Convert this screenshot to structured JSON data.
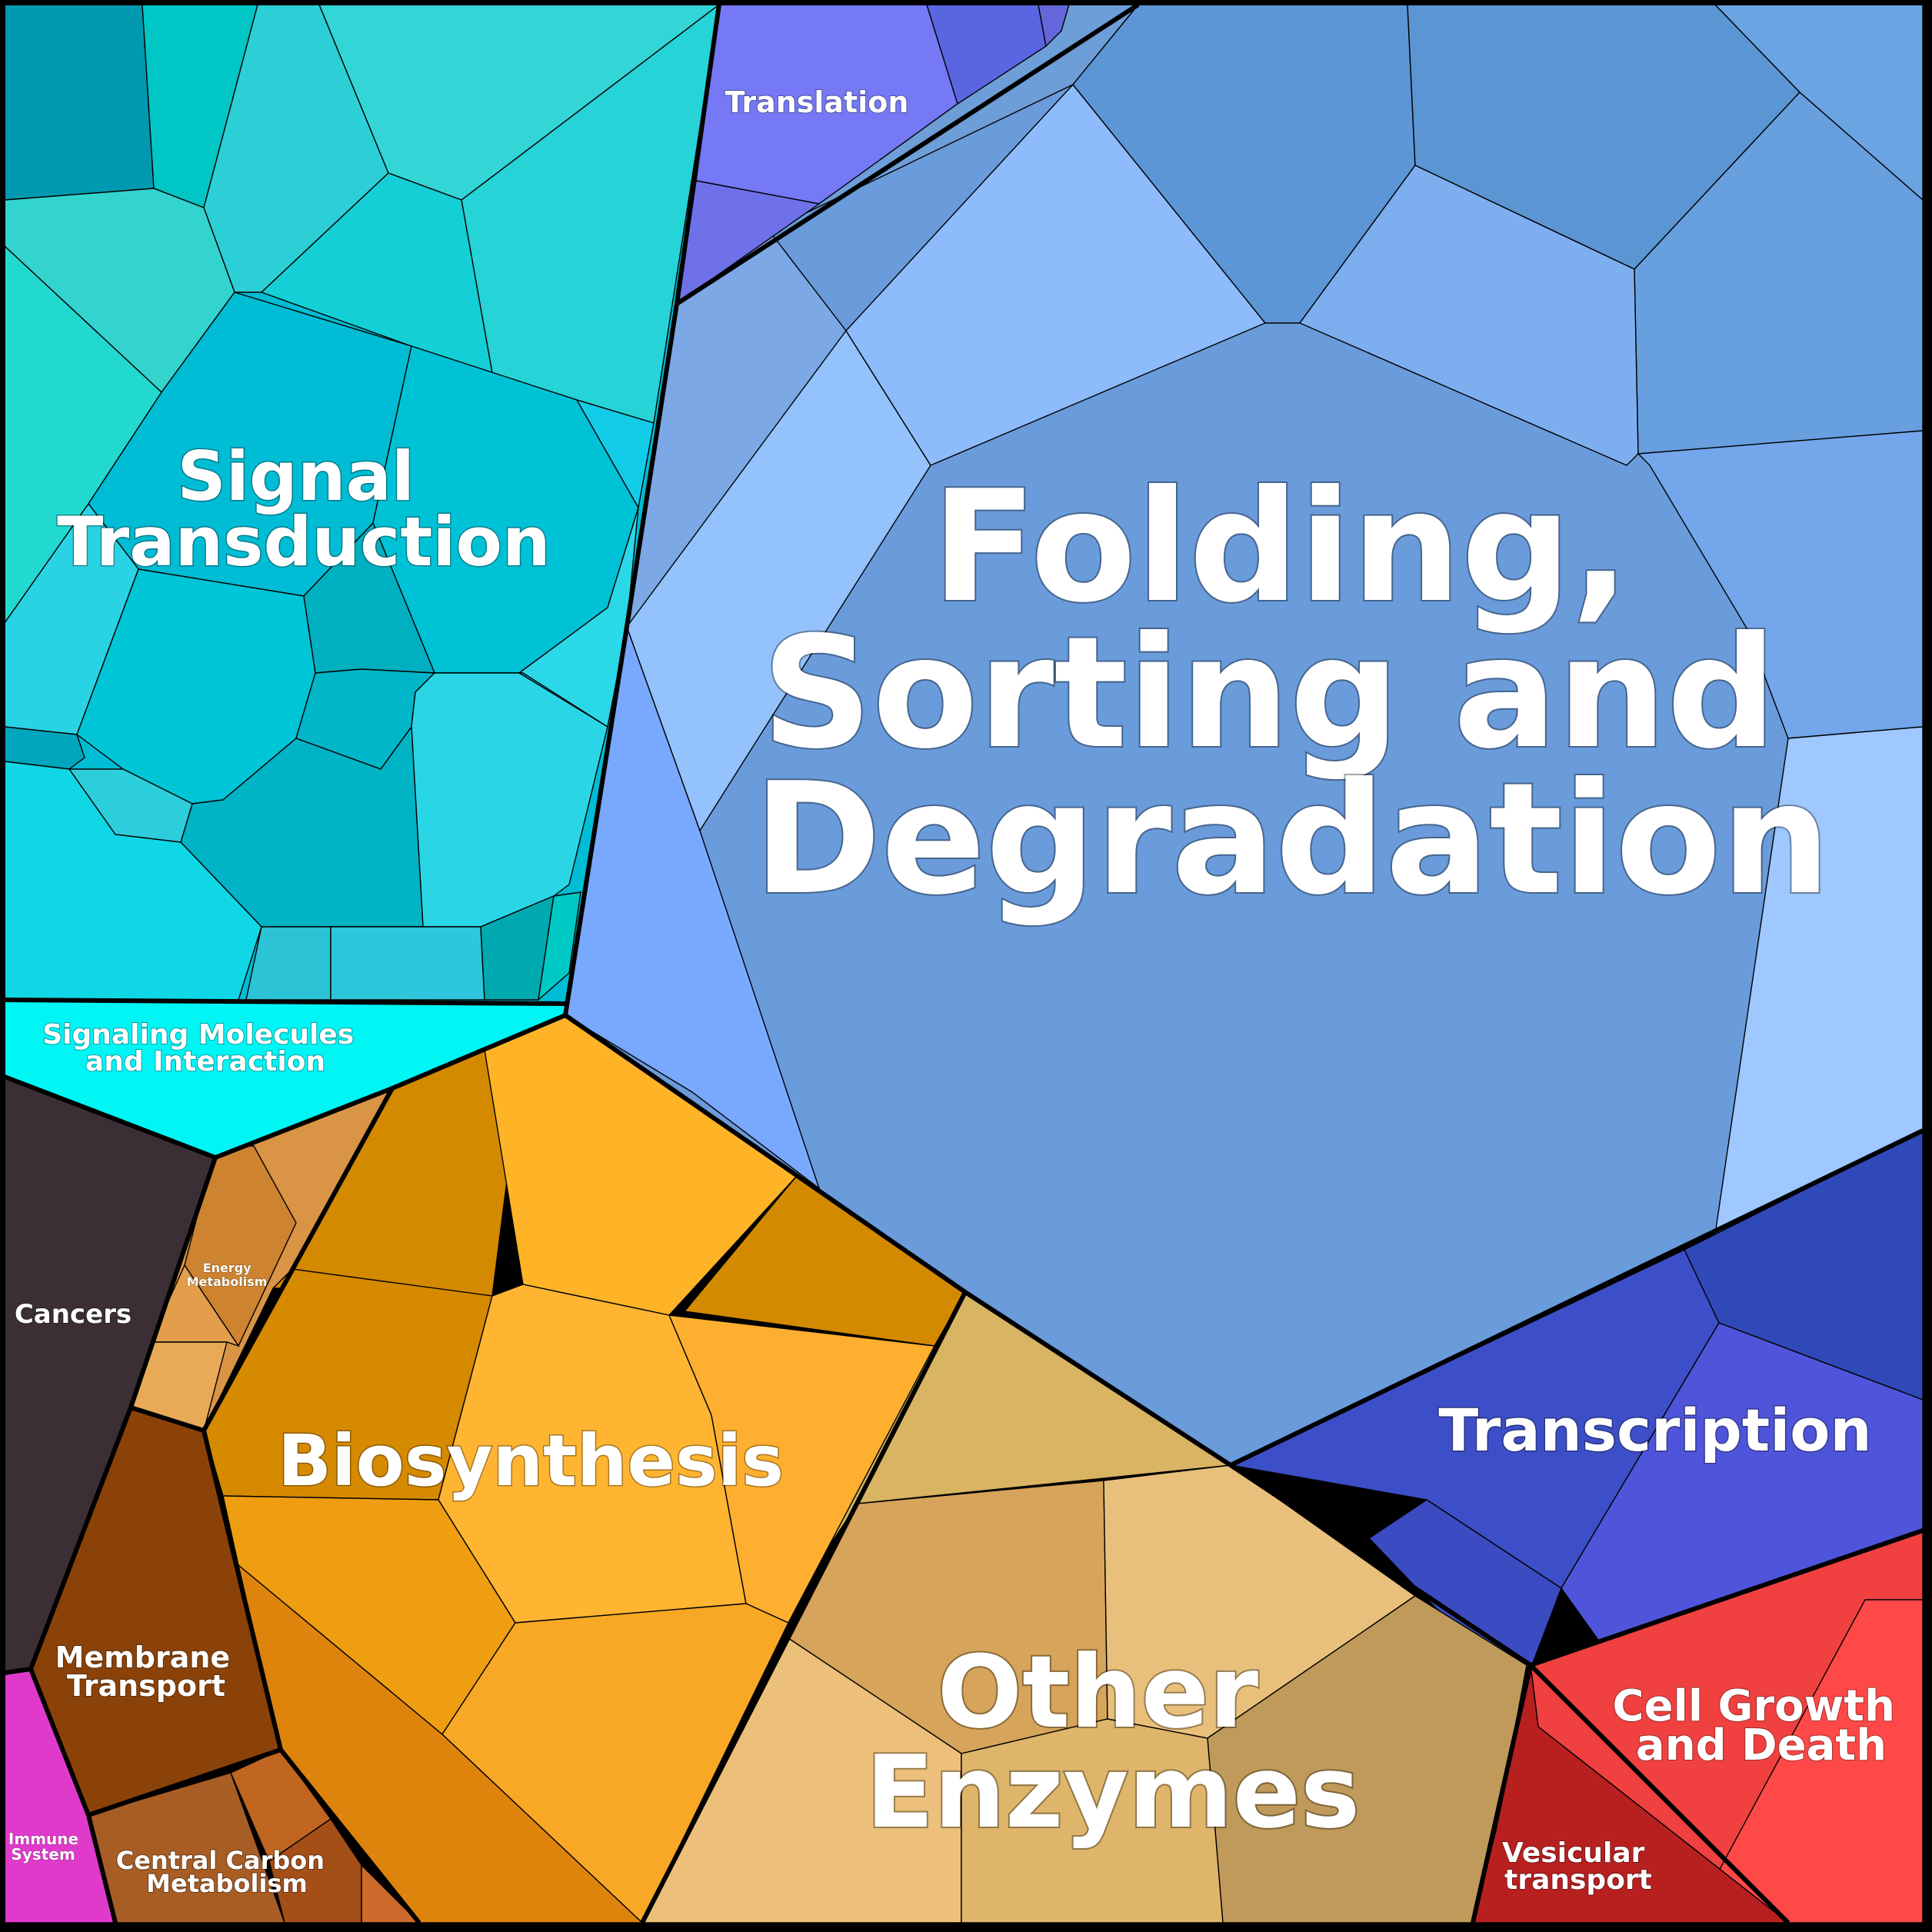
{
  "labels": {
    "folding": [
      "Folding,",
      "Sorting and",
      "Degradation"
    ],
    "signal_transduction": [
      "Signal",
      "Transduction"
    ],
    "translation": [
      "Translation"
    ],
    "signaling_molecules": [
      "Signaling Molecules",
      "and Interaction"
    ],
    "cancers": [
      "Cancers"
    ],
    "energy_metabolism": [
      "Energy",
      "Metabolism"
    ],
    "biosynthesis": [
      "Biosynthesis"
    ],
    "membrane_transport": [
      "Membrane",
      "Transport"
    ],
    "immune_system": [
      "Immune",
      "System"
    ],
    "central_carbon": [
      "Central Carbon",
      "Metabolism"
    ],
    "other_enzymes": [
      "Other",
      "Enzymes"
    ],
    "transcription": [
      "Transcription"
    ],
    "cell_growth": [
      "Cell Growth",
      "and Death"
    ],
    "vesicular": [
      "Vesicular",
      "transport"
    ]
  },
  "colors": {
    "folding": "#6a9bdb",
    "signal_transduction": "#00bcd4",
    "translation": "#7579f5",
    "signaling_molecules": "#00f5f5",
    "cancers": "#3b2f35",
    "energy_metabolism": "#d99445",
    "biosynthesis": "#f5a623",
    "membrane_transport": "#8b4208",
    "immune_system": "#e03acb",
    "central_carbon": "#a85d25",
    "other_enzymes": "#e0b66b",
    "transcription": "#3d4fc8",
    "cell_growth": "#f04040",
    "vesicular": "#b82020"
  }
}
